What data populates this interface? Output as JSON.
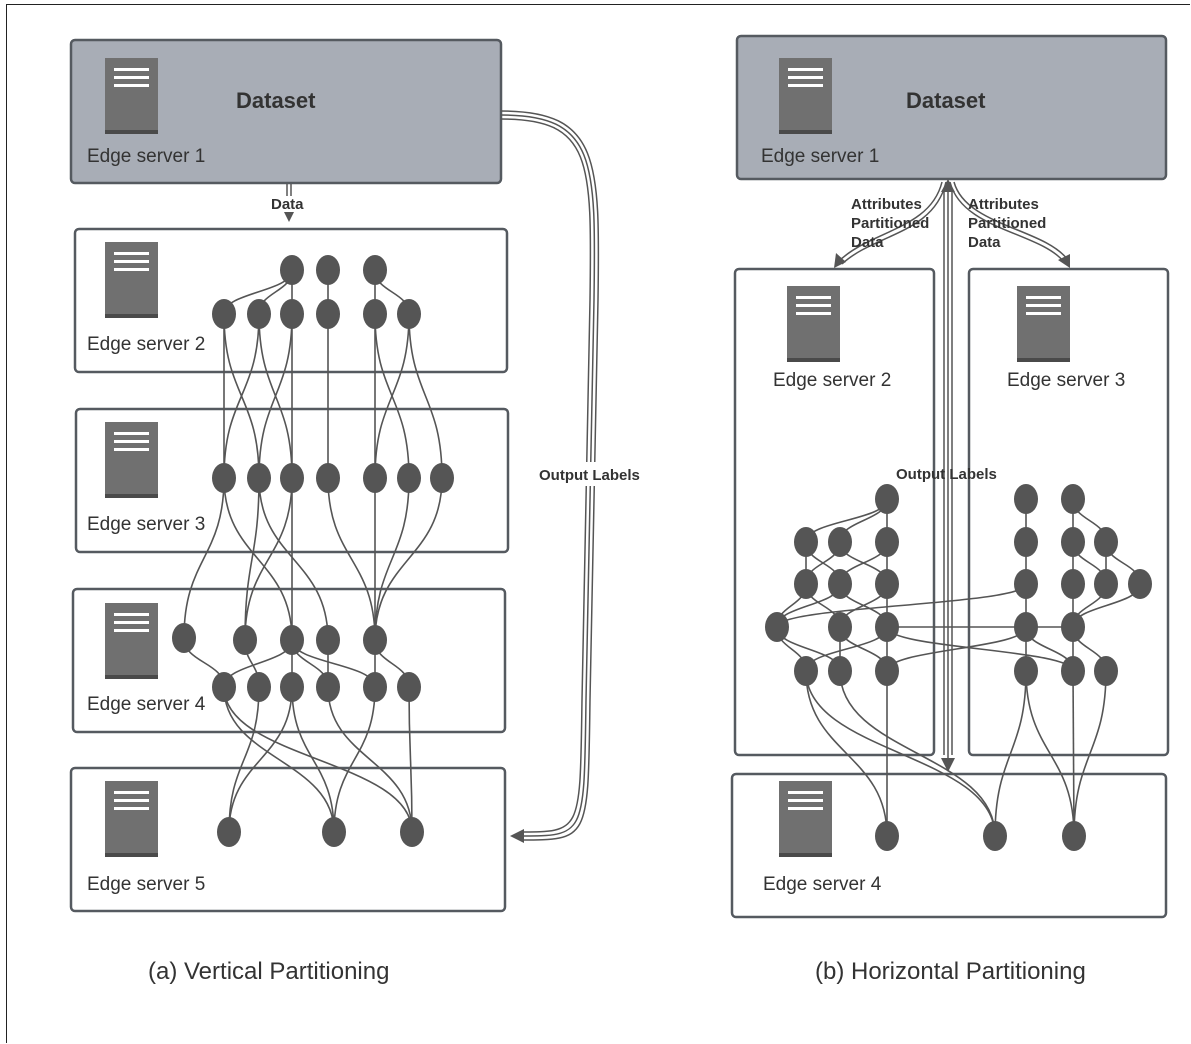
{
  "vertical": {
    "dataset_title": "Dataset",
    "server1": "Edge server 1",
    "data_label": "Data",
    "server2": "Edge server 2",
    "server3": "Edge server 3",
    "server4": "Edge server 4",
    "server5": "Edge server 5",
    "output_label": "Output Labels",
    "caption": "(a) Vertical Partitioning"
  },
  "horizontal": {
    "dataset_title": "Dataset",
    "server1": "Edge server 1",
    "attr_left": [
      "Attributes",
      "Partitioned",
      "Data"
    ],
    "attr_right": [
      "Attributes",
      "Partitioned",
      "Data"
    ],
    "server2": "Edge server 2",
    "server3": "Edge server 3",
    "server4": "Edge server 4",
    "output_label": "Output Labels",
    "caption": "(b) Horizontal Partitioning"
  },
  "colors": {
    "dataset_fill": "#a8adb6",
    "box_stroke": "#555a60",
    "node_fill": "#555555",
    "icon_fill": "#707070",
    "edge_color": "#555555"
  }
}
